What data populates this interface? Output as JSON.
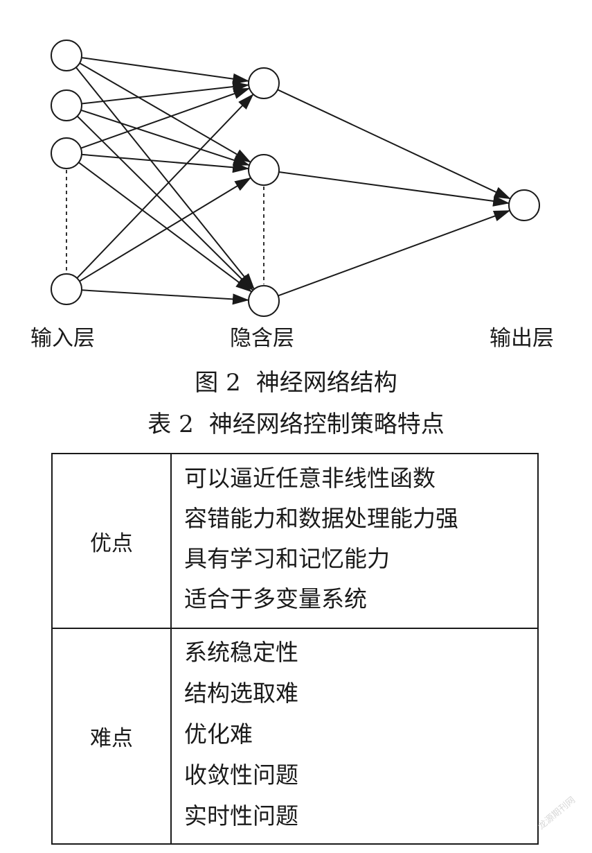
{
  "figure": {
    "layers": {
      "input": "输入层",
      "hidden": "隐含层",
      "output": "输出层"
    },
    "caption_number": "图 2",
    "caption_title": "神经网络结构"
  },
  "table": {
    "caption_number": "表 2",
    "caption_title": "神经网络控制策略特点",
    "rows": [
      {
        "label": "优点",
        "items": [
          "可以逼近任意非线性函数",
          "容错能力和数据处理能力强",
          "具有学习和记忆能力",
          "适合于多变量系统"
        ]
      },
      {
        "label": "难点",
        "items": [
          "系统稳定性",
          "结构选取难",
          "优化难",
          "收敛性问题",
          "实时性问题"
        ]
      }
    ]
  },
  "watermark": "龙源期刊网"
}
